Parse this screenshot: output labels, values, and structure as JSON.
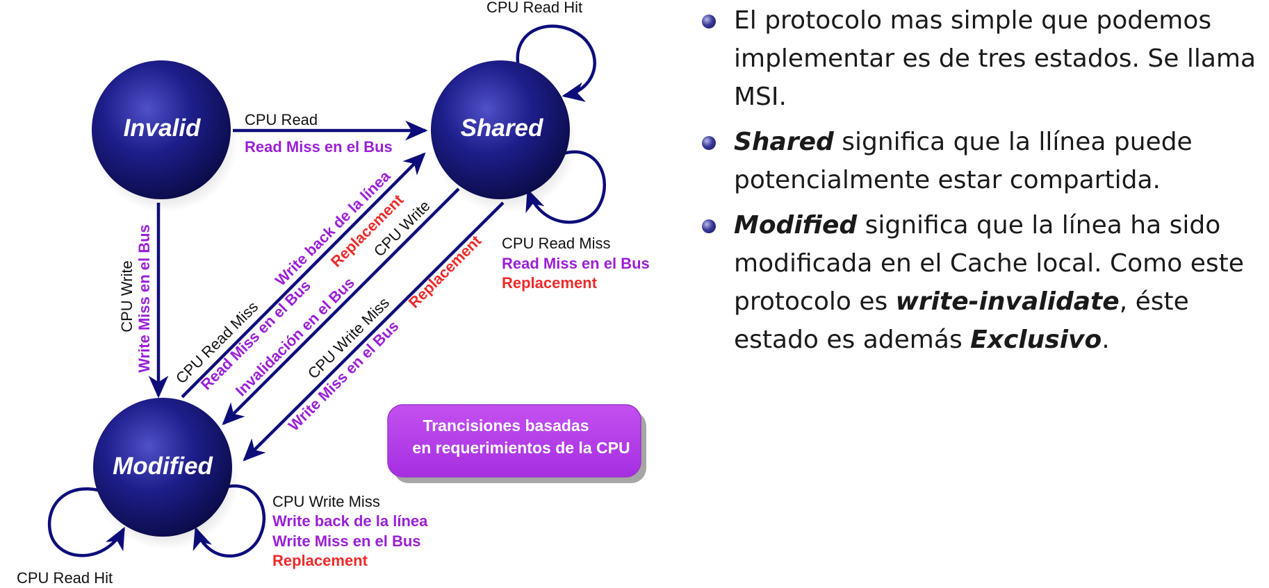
{
  "states": {
    "invalid": "Invalid",
    "shared": "Shared",
    "modified": "Modified"
  },
  "transitions": {
    "invalid_to_shared": {
      "event": "CPU Read",
      "action": "Read Miss en el Bus"
    },
    "invalid_to_modified": {
      "event": "CPU Write",
      "action": "Write Miss en el Bus"
    },
    "shared_self_top": {
      "event": "CPU Read Hit"
    },
    "shared_self_right": {
      "event": "CPU Read Miss",
      "action": "Read Miss en el Bus",
      "extra": "Replacement"
    },
    "modified_to_shared": {
      "event": "CPU Read Miss",
      "action": "Read Miss en el Bus",
      "action2": "Write back de la línea",
      "extra": "Replacement"
    },
    "shared_to_modified_write": {
      "event": "CPU Write",
      "action": "Invalidación en el Bus"
    },
    "shared_to_modified_miss": {
      "event": "CPU Write Miss",
      "action": "Write Miss en el Bus",
      "extra": "Replacement"
    },
    "modified_self_left": {
      "event": "CPU Read Hit"
    },
    "modified_self_right": {
      "event": "CPU Write Miss",
      "action": "Write back de la línea",
      "action2": "Write Miss en el Bus",
      "extra": "Replacement"
    }
  },
  "note_box": {
    "line1": "Trancisiones basadas",
    "line2": "en requerimientos de la CPU"
  },
  "bullets": {
    "b1": "El protocolo mas simple que podemos implementar es de tres estados. Se llama MSI.",
    "b2_term": "Shared",
    "b2_rest": " significa que la llínea puede potencialmente estar compartida.",
    "b3_term": "Modified",
    "b3_mid": " significa que la línea ha sido modificada en el Cache local. Como este protocolo es ",
    "b3_term2": "write-invalidate",
    "b3_mid2": ", éste estado es además ",
    "b3_term3": "Exclusivo",
    "b3_end": "."
  },
  "colors": {
    "state_fill": "#1a1a7a",
    "arrow": "#0d0d7a",
    "action_text": "#9a1fd6",
    "replacement_text": "#ee2a2a",
    "note_box": "#b23de8"
  },
  "icons": [
    "bullet-dot-icon"
  ]
}
